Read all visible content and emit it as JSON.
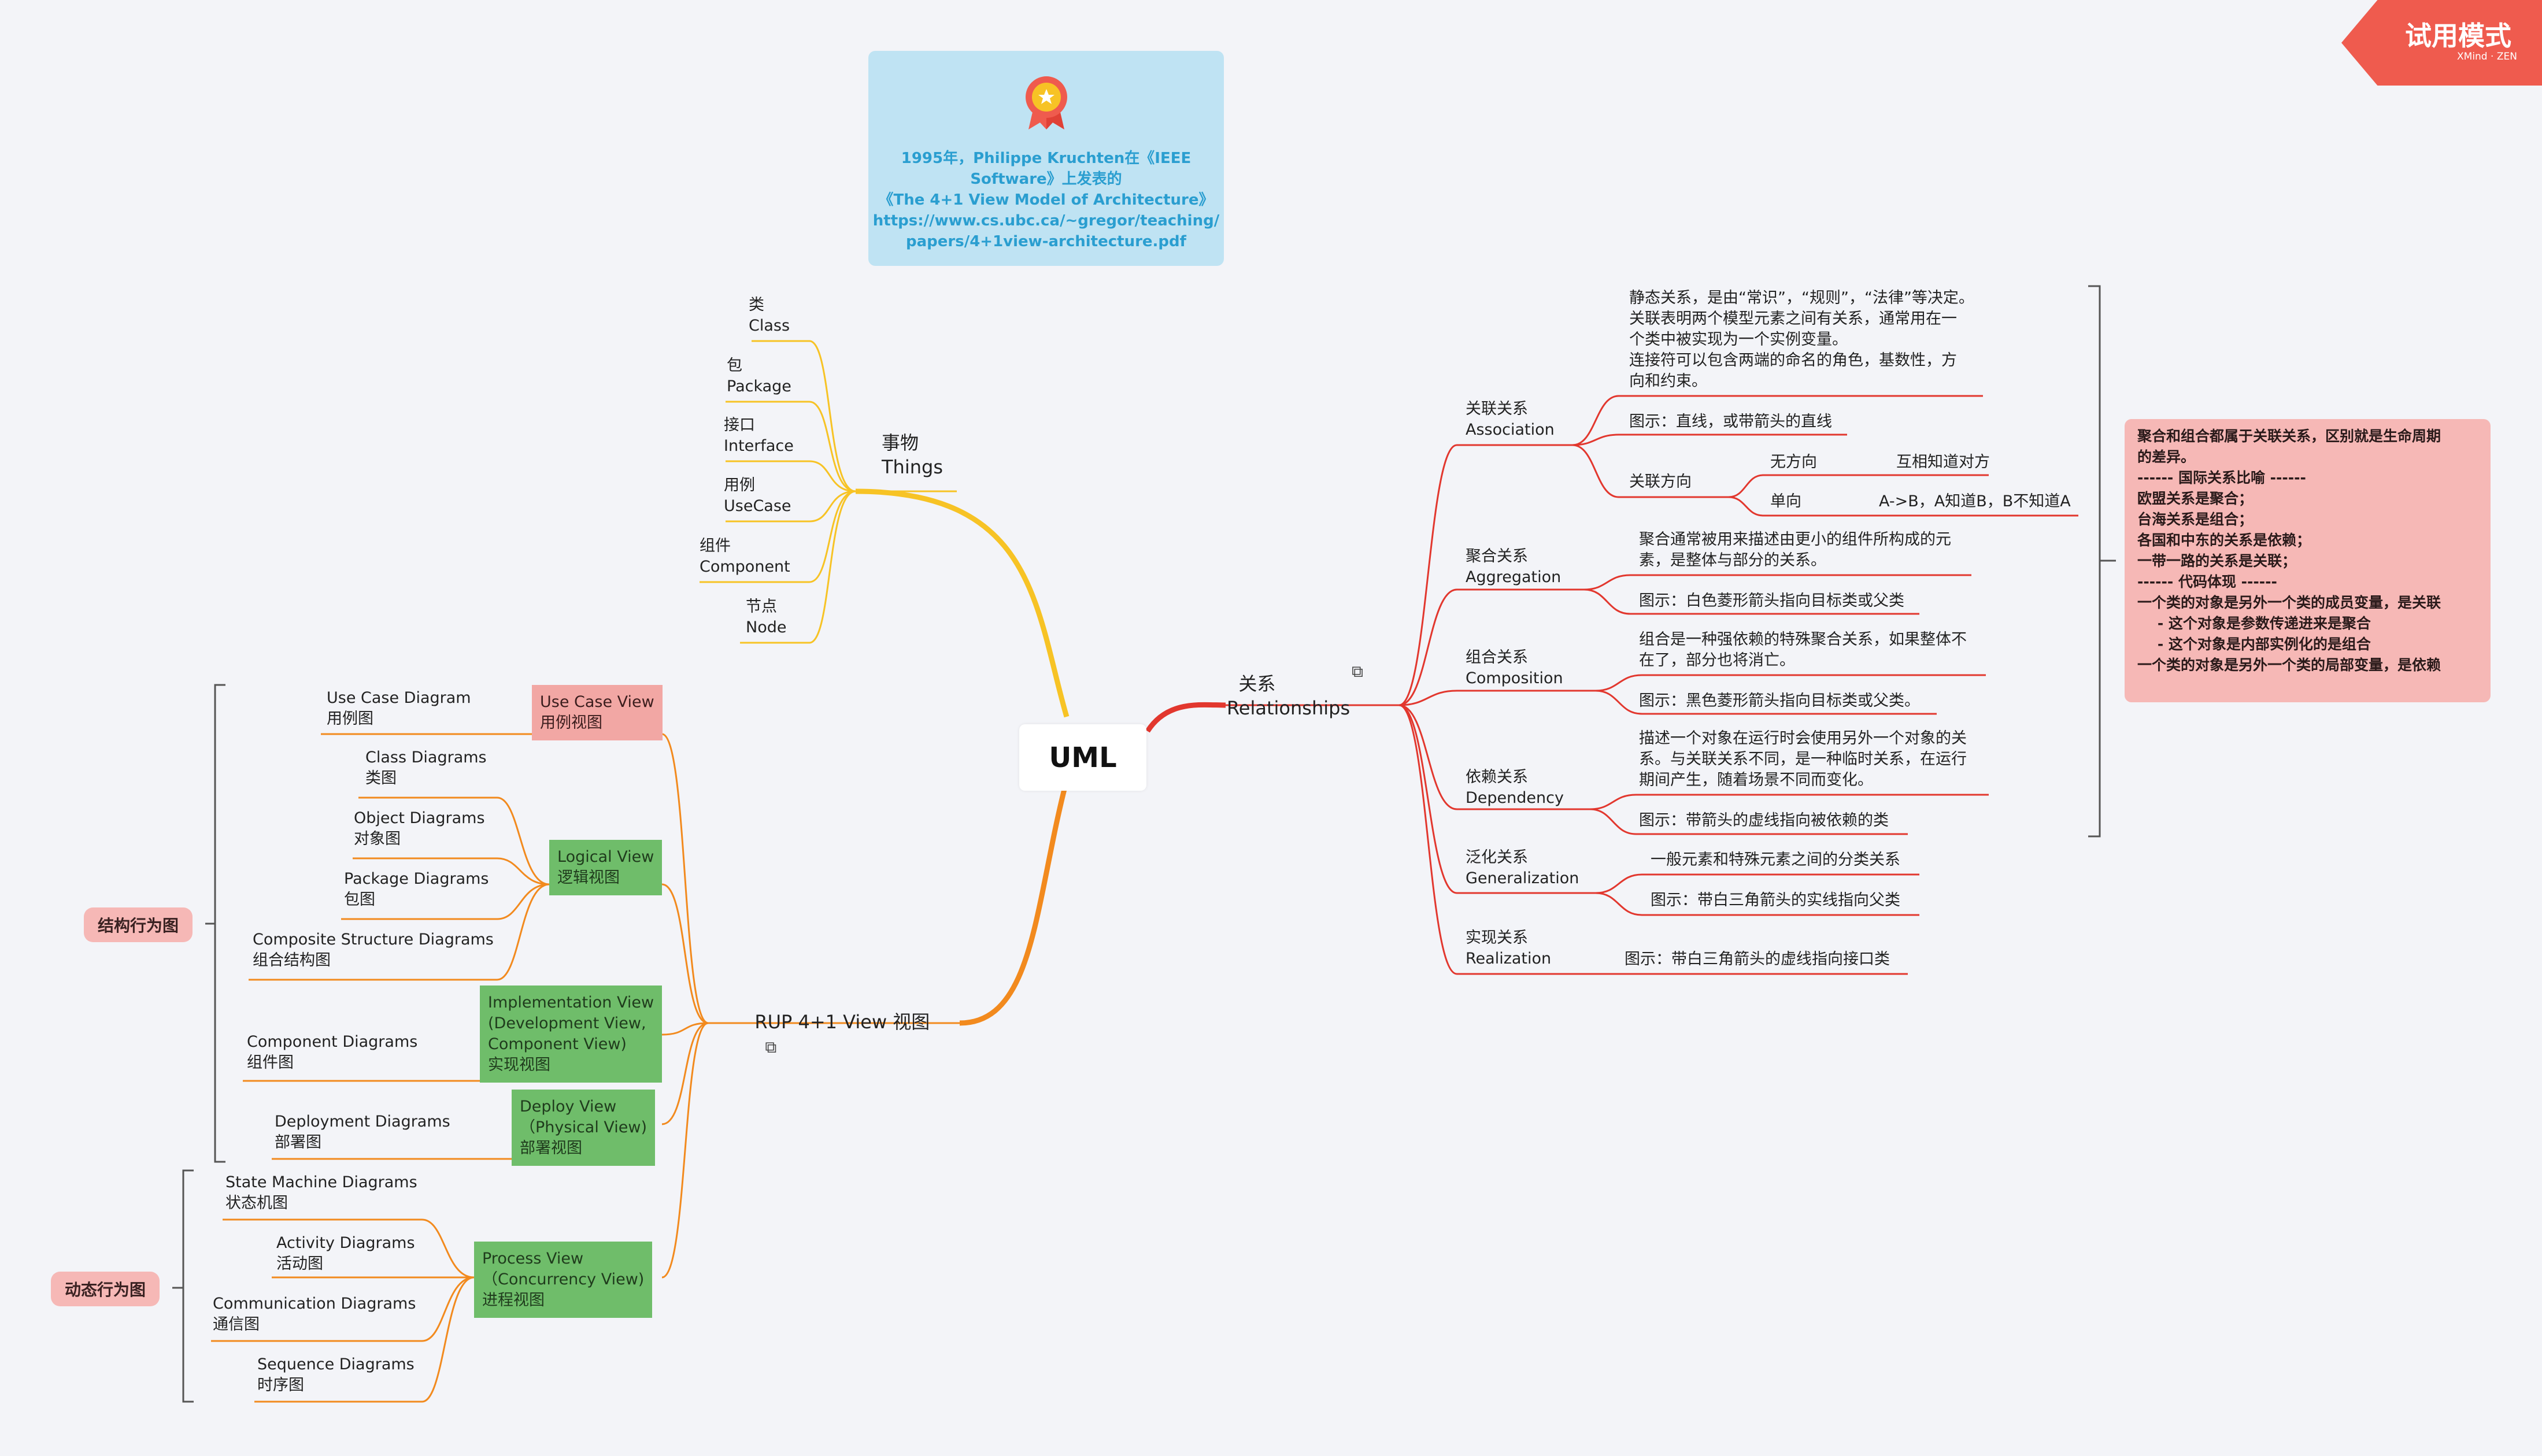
{
  "trial": {
    "label": "试用模式",
    "brand": "XMind · ZEN"
  },
  "info_card": {
    "text": "1995年，Philippe Kruchten在《IEEE\nSoftware》上发表的\n《The 4+1 View Model of Architecture》\nhttps://www.cs.ubc.ca/~gregor/teaching/\npapers/4+1view-architecture.pdf"
  },
  "center": {
    "label": "UML"
  },
  "things": {
    "label": "事物\nThings",
    "items": [
      "类\nClass",
      "包\nPackage",
      "接口\nInterface",
      "用例\nUseCase",
      "组件\nComponent",
      "节点\nNode"
    ]
  },
  "rup": {
    "label": "RUP 4+1 View 视图",
    "views": {
      "usecase": "Use Case View\n用例视图",
      "logical": "Logical View\n逻辑视图",
      "implementation": "Implementation View\n(Development View,\nComponent View)\n实现视图",
      "deploy": "Deploy View\n（Physical View)\n部署视图",
      "process": "Process View\n（Concurrency View)\n进程视图"
    },
    "diagrams": {
      "usecase": "Use Case Diagram\n用例图",
      "class": "Class Diagrams\n类图",
      "object": "Object Diagrams\n对象图",
      "package": "Package Diagrams\n包图",
      "composite": "Composite Structure Diagrams\n组合结构图",
      "component": "Component Diagrams\n组件图",
      "deployment": "Deployment Diagrams\n部署图",
      "state": "State Machine Diagrams\n状态机图",
      "activity": "Activity Diagrams\n活动图",
      "communication": "Communication Diagrams\n通信图",
      "sequence": "Sequence Diagrams\n时序图"
    },
    "groups": {
      "structural": "结构行为图",
      "dynamic": "动态行为图"
    }
  },
  "relationships": {
    "label": "关系\nRelationships",
    "association": {
      "label": "关联关系\nAssociation",
      "desc": "静态关系，是由“常识”，“规则”，“法律”等决定。\n关联表明两个模型元素之间有关系，通常用在一\n个类中被实现为一个实例变量。\n连接符可以包含两端的命名的角色，基数性，方\n向和约束。",
      "figure": "图示：直线，或带箭头的直线",
      "direction": {
        "label": "关联方向",
        "none": "无方向",
        "none_desc": "互相知道对方",
        "single": "单向",
        "single_desc": "A->B，A知道B，B不知道A"
      }
    },
    "aggregation": {
      "label": "聚合关系\nAggregation",
      "desc": "聚合通常被用来描述由更小的组件所构成的元\n素，是整体与部分的关系。",
      "figure": "图示：白色菱形箭头指向目标类或父类"
    },
    "composition": {
      "label": "组合关系\nComposition",
      "desc": "组合是一种强依赖的特殊聚合关系，如果整体不\n在了，部分也将消亡。",
      "figure": "图示：黑色菱形箭头指向目标类或父类。"
    },
    "dependency": {
      "label": "依赖关系\nDependency",
      "desc": "描述一个对象在运行时会使用另外一个对象的关\n系。与关联关系不同，是一种临时关系，在运行\n期间产生，随着场景不同而变化。",
      "figure": "图示：带箭头的虚线指向被依赖的类"
    },
    "generalization": {
      "label": "泛化关系\nGeneralization",
      "desc": "一般元素和特殊元素之间的分类关系",
      "figure": "图示：带白三角箭头的实线指向父类"
    },
    "realization": {
      "label": "实现关系\nRealization",
      "figure": "图示：带白三角箭头的虚线指向接口类"
    },
    "note": "聚合和组合都属于关联关系，区别就是生命周期\n的差异。\n------ 国际关系比喻 ------\n欧盟关系是聚合；\n台海关系是组合；\n各国和中东的关系是依赖；\n一带一路的关系是关联；\n------ 代码体现 ------\n一个类的对象是另外一个类的成员变量，是关联\n    - 这个对象是参数传递进来是聚合\n    - 这个对象是内部实例化的是组合\n一个类的对象是另外一个类的局部变量，是依赖"
  },
  "colors": {
    "things": "#f7c325",
    "rup": "#f28a1e",
    "rel": "#e2372e",
    "bg": "#f3f4f8"
  }
}
